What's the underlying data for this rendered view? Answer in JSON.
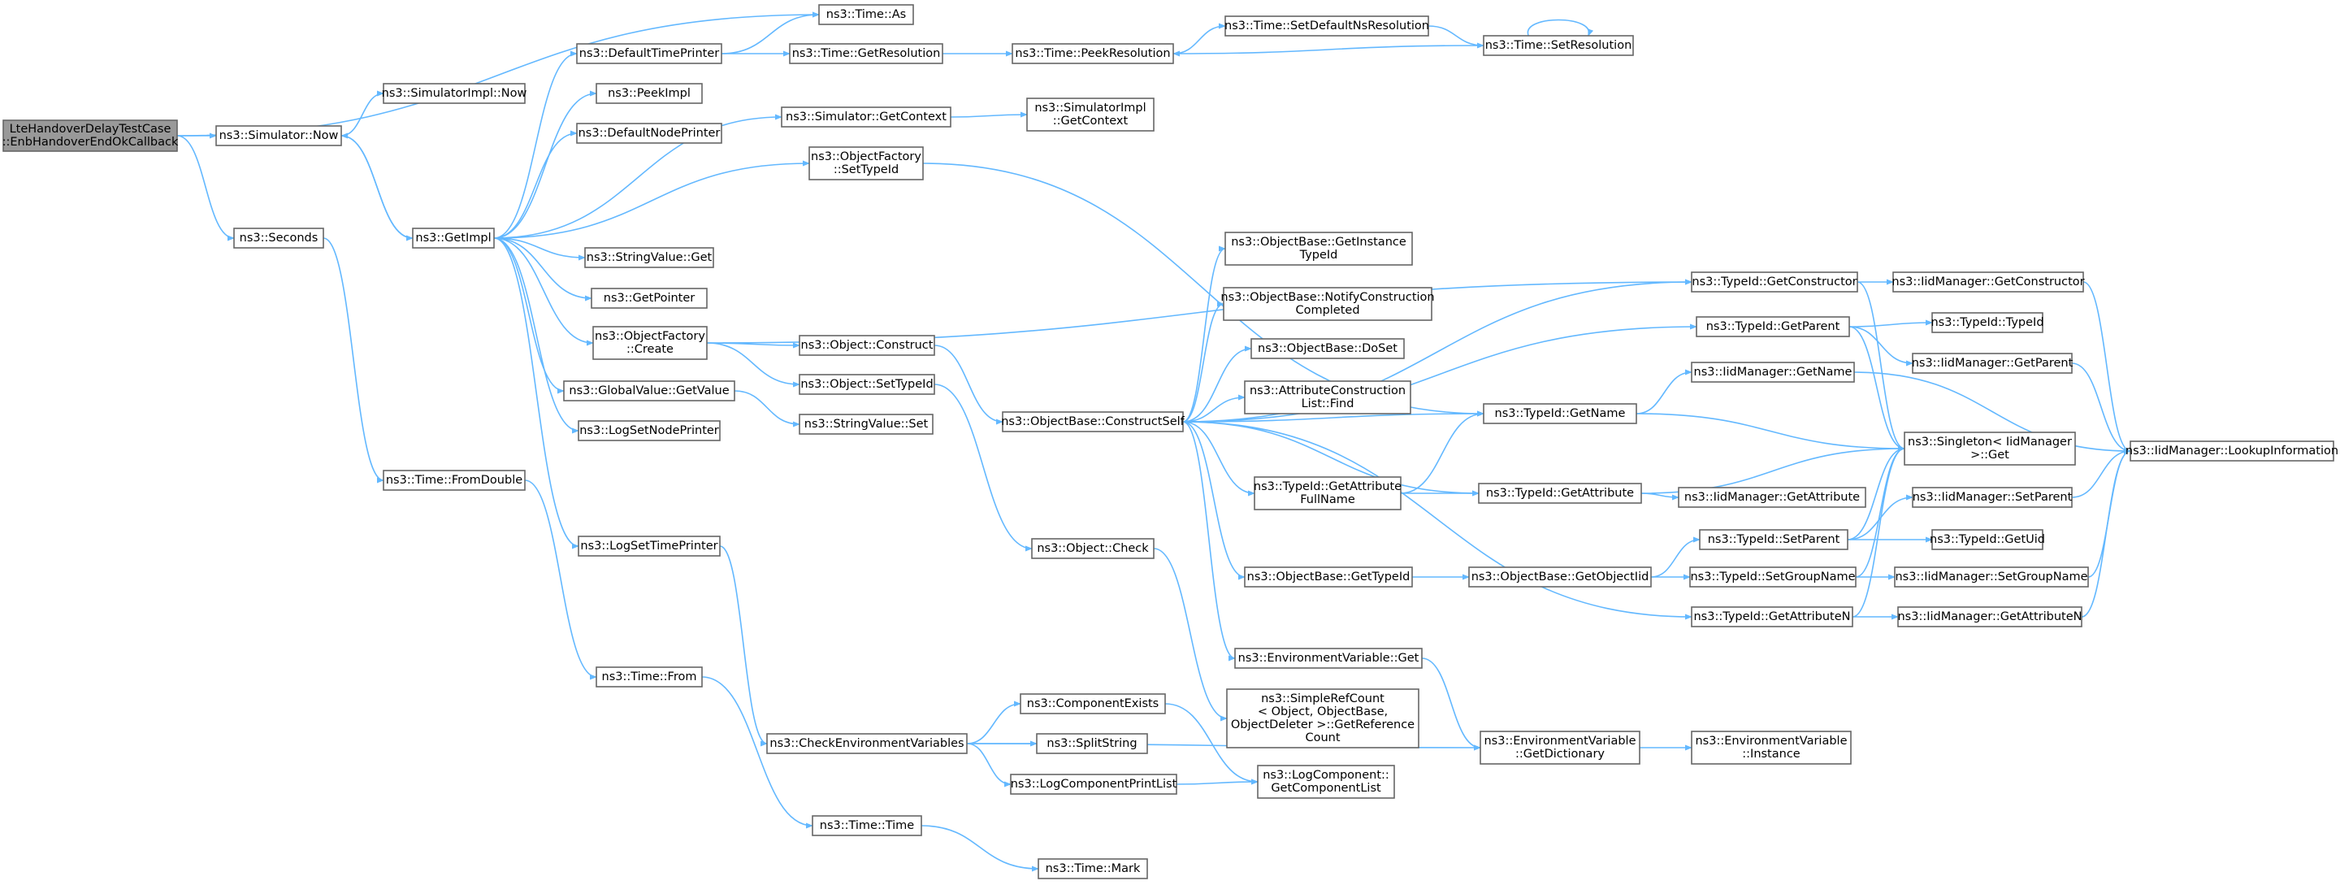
{
  "graph": {
    "colors": {
      "edge": "#63b8ff",
      "node_border": "#666666",
      "node_fill": "#ffffff",
      "root_fill": "#999999",
      "text": "#000000"
    },
    "nodes": [
      {
        "id": "root",
        "lines": [
          "LteHandoverDelayTestCase",
          "::EnbHandoverEndOkCallback"
        ],
        "root": true
      },
      {
        "id": "simNow",
        "lines": [
          "ns3::Simulator::Now"
        ]
      },
      {
        "id": "seconds",
        "lines": [
          "ns3::Seconds"
        ]
      },
      {
        "id": "simImplNow",
        "lines": [
          "ns3::SimulatorImpl::Now"
        ]
      },
      {
        "id": "getImpl",
        "lines": [
          "ns3::GetImpl"
        ]
      },
      {
        "id": "timeFromDouble",
        "lines": [
          "ns3::Time::FromDouble"
        ]
      },
      {
        "id": "timeAs",
        "lines": [
          "ns3::Time::As"
        ]
      },
      {
        "id": "defTimePrinter",
        "lines": [
          "ns3::DefaultTimePrinter"
        ]
      },
      {
        "id": "peekImpl",
        "lines": [
          "ns3::PeekImpl"
        ]
      },
      {
        "id": "defNodePrinter",
        "lines": [
          "ns3::DefaultNodePrinter"
        ]
      },
      {
        "id": "stringValueGet",
        "lines": [
          "ns3::StringValue::Get"
        ]
      },
      {
        "id": "getPointer",
        "lines": [
          "ns3::GetPointer"
        ]
      },
      {
        "id": "objFactCreate",
        "lines": [
          "ns3::ObjectFactory",
          "::Create"
        ]
      },
      {
        "id": "globalValueGet",
        "lines": [
          "ns3::GlobalValue::GetValue"
        ]
      },
      {
        "id": "logSetNodePrinter",
        "lines": [
          "ns3::LogSetNodePrinter"
        ]
      },
      {
        "id": "logSetTimePrinter",
        "lines": [
          "ns3::LogSetTimePrinter"
        ]
      },
      {
        "id": "timeFrom",
        "lines": [
          "ns3::Time::From"
        ]
      },
      {
        "id": "timeGetRes",
        "lines": [
          "ns3::Time::GetResolution"
        ]
      },
      {
        "id": "simGetContext",
        "lines": [
          "ns3::Simulator::GetContext"
        ]
      },
      {
        "id": "objFactSetTypeId",
        "lines": [
          "ns3::ObjectFactory",
          "::SetTypeId"
        ]
      },
      {
        "id": "objConstruct",
        "lines": [
          "ns3::Object::Construct"
        ]
      },
      {
        "id": "objSetTypeId",
        "lines": [
          "ns3::Object::SetTypeId"
        ]
      },
      {
        "id": "stringValueSet",
        "lines": [
          "ns3::StringValue::Set"
        ]
      },
      {
        "id": "checkEnvVars",
        "lines": [
          "ns3::CheckEnvironmentVariables"
        ]
      },
      {
        "id": "timeTime",
        "lines": [
          "ns3::Time::Time"
        ]
      },
      {
        "id": "timePeekRes",
        "lines": [
          "ns3::Time::PeekResolution"
        ]
      },
      {
        "id": "simImplGetContext",
        "lines": [
          "ns3::SimulatorImpl",
          "::GetContext"
        ]
      },
      {
        "id": "objBaseConstructSelf",
        "lines": [
          "ns3::ObjectBase::ConstructSelf"
        ]
      },
      {
        "id": "objCheck",
        "lines": [
          "ns3::Object::Check"
        ]
      },
      {
        "id": "compExists",
        "lines": [
          "ns3::ComponentExists"
        ]
      },
      {
        "id": "splitString",
        "lines": [
          "ns3::SplitString"
        ]
      },
      {
        "id": "logCompPrintList",
        "lines": [
          "ns3::LogComponentPrintList"
        ]
      },
      {
        "id": "timeMark",
        "lines": [
          "ns3::Time::Mark"
        ]
      },
      {
        "id": "timeSetDefNsRes",
        "lines": [
          "ns3::Time::SetDefaultNsResolution"
        ]
      },
      {
        "id": "timeSetRes",
        "lines": [
          "ns3::Time::SetResolution"
        ]
      },
      {
        "id": "objBaseGetInstTypeId",
        "lines": [
          "ns3::ObjectBase::GetInstance",
          "TypeId"
        ]
      },
      {
        "id": "objBaseNotify",
        "lines": [
          "ns3::ObjectBase::NotifyConstruction",
          "Completed"
        ]
      },
      {
        "id": "objBaseDoSet",
        "lines": [
          "ns3::ObjectBase::DoSet"
        ]
      },
      {
        "id": "attrConstrListFind",
        "lines": [
          "ns3::AttributeConstruction",
          "List::Find"
        ]
      },
      {
        "id": "typeIdGetAttrFullName",
        "lines": [
          "ns3::TypeId::GetAttribute",
          "FullName"
        ]
      },
      {
        "id": "objBaseGetTypeId",
        "lines": [
          "ns3::ObjectBase::GetTypeId"
        ]
      },
      {
        "id": "envVarGet",
        "lines": [
          "ns3::EnvironmentVariable::Get"
        ]
      },
      {
        "id": "simpleRefCount",
        "lines": [
          "ns3::SimpleRefCount",
          "< Object, ObjectBase,",
          "ObjectDeleter >::GetReference",
          "Count"
        ]
      },
      {
        "id": "logCompGetList",
        "lines": [
          "ns3::LogComponent::",
          "GetComponentList"
        ]
      },
      {
        "id": "envVarGetDict",
        "lines": [
          "ns3::EnvironmentVariable",
          "::GetDictionary"
        ]
      },
      {
        "id": "typeIdGetName",
        "lines": [
          "ns3::TypeId::GetName"
        ]
      },
      {
        "id": "typeIdGetAttr",
        "lines": [
          "ns3::TypeId::GetAttribute"
        ]
      },
      {
        "id": "objBaseGetObjectIid",
        "lines": [
          "ns3::ObjectBase::GetObjectIid"
        ]
      },
      {
        "id": "typeIdGetConstructor",
        "lines": [
          "ns3::TypeId::GetConstructor"
        ]
      },
      {
        "id": "typeIdGetParent",
        "lines": [
          "ns3::TypeId::GetParent"
        ]
      },
      {
        "id": "iidGetName",
        "lines": [
          "ns3::IidManager::GetName"
        ]
      },
      {
        "id": "iidGetAttr",
        "lines": [
          "ns3::IidManager::GetAttribute"
        ]
      },
      {
        "id": "typeIdSetParent",
        "lines": [
          "ns3::TypeId::SetParent"
        ]
      },
      {
        "id": "typeIdSetGroupName",
        "lines": [
          "ns3::TypeId::SetGroupName"
        ]
      },
      {
        "id": "typeIdGetAttrN",
        "lines": [
          "ns3::TypeId::GetAttributeN"
        ]
      },
      {
        "id": "envVarInstance",
        "lines": [
          "ns3::EnvironmentVariable",
          "::Instance"
        ]
      },
      {
        "id": "iidGetConstructor",
        "lines": [
          "ns3::IidManager::GetConstructor"
        ]
      },
      {
        "id": "typeIdTypeId",
        "lines": [
          "ns3::TypeId::TypeId"
        ]
      },
      {
        "id": "iidGetParent",
        "lines": [
          "ns3::IidManager::GetParent"
        ]
      },
      {
        "id": "singletonGet",
        "lines": [
          "ns3::Singleton< IidManager",
          " >::Get"
        ]
      },
      {
        "id": "iidSetParent",
        "lines": [
          "ns3::IidManager::SetParent"
        ]
      },
      {
        "id": "typeIdGetUid",
        "lines": [
          "ns3::TypeId::GetUid"
        ]
      },
      {
        "id": "iidSetGroupName",
        "lines": [
          "ns3::IidManager::SetGroupName"
        ]
      },
      {
        "id": "iidGetAttrN",
        "lines": [
          "ns3::IidManager::GetAttributeN"
        ]
      },
      {
        "id": "iidLookupInfo",
        "lines": [
          "ns3::IidManager::LookupInformation"
        ]
      }
    ],
    "edges": [
      [
        "root",
        "simNow"
      ],
      [
        "root",
        "seconds"
      ],
      [
        "root",
        "timeAs"
      ],
      [
        "simNow",
        "simImplNow"
      ],
      [
        "simNow",
        "getImpl"
      ],
      [
        "seconds",
        "timeFromDouble"
      ],
      [
        "getImpl",
        "simNow"
      ],
      [
        "getImpl",
        "defTimePrinter"
      ],
      [
        "getImpl",
        "peekImpl"
      ],
      [
        "getImpl",
        "defNodePrinter"
      ],
      [
        "getImpl",
        "stringValueGet"
      ],
      [
        "getImpl",
        "getPointer"
      ],
      [
        "getImpl",
        "objFactCreate"
      ],
      [
        "getImpl",
        "globalValueGet"
      ],
      [
        "getImpl",
        "logSetNodePrinter"
      ],
      [
        "getImpl",
        "logSetTimePrinter"
      ],
      [
        "getImpl",
        "simGetContext"
      ],
      [
        "getImpl",
        "objFactSetTypeId"
      ],
      [
        "timeFromDouble",
        "timeFrom"
      ],
      [
        "defTimePrinter",
        "timeAs"
      ],
      [
        "defTimePrinter",
        "timeGetRes"
      ],
      [
        "timeGetRes",
        "timePeekRes"
      ],
      [
        "timePeekRes",
        "timeSetDefNsRes"
      ],
      [
        "timeSetDefNsRes",
        "timeSetRes"
      ],
      [
        "timeSetRes",
        "timeSetRes"
      ],
      [
        "timeSetRes",
        "timePeekRes"
      ],
      [
        "simGetContext",
        "simImplGetContext"
      ],
      [
        "objFactSetTypeId",
        "typeIdGetName"
      ],
      [
        "objFactCreate",
        "objConstruct"
      ],
      [
        "objFactCreate",
        "objSetTypeId"
      ],
      [
        "objFactCreate",
        "typeIdGetConstructor"
      ],
      [
        "globalValueGet",
        "stringValueSet"
      ],
      [
        "logSetTimePrinter",
        "checkEnvVars"
      ],
      [
        "timeFrom",
        "timeTime"
      ],
      [
        "objConstruct",
        "objBaseConstructSelf"
      ],
      [
        "objSetTypeId",
        "objCheck"
      ],
      [
        "objCheck",
        "simpleRefCount"
      ],
      [
        "checkEnvVars",
        "compExists"
      ],
      [
        "checkEnvVars",
        "splitString"
      ],
      [
        "checkEnvVars",
        "logCompPrintList"
      ],
      [
        "checkEnvVars",
        "envVarGetDict"
      ],
      [
        "timeTime",
        "timeMark"
      ],
      [
        "compExists",
        "logCompGetList"
      ],
      [
        "logCompPrintList",
        "logCompGetList"
      ],
      [
        "objBaseConstructSelf",
        "objBaseGetInstTypeId"
      ],
      [
        "objBaseConstructSelf",
        "objBaseNotify"
      ],
      [
        "objBaseConstructSelf",
        "objBaseDoSet"
      ],
      [
        "objBaseConstructSelf",
        "attrConstrListFind"
      ],
      [
        "objBaseConstructSelf",
        "typeIdGetName"
      ],
      [
        "objBaseConstructSelf",
        "typeIdGetAttrFullName"
      ],
      [
        "objBaseConstructSelf",
        "typeIdGetAttr"
      ],
      [
        "objBaseConstructSelf",
        "objBaseGetTypeId"
      ],
      [
        "objBaseConstructSelf",
        "envVarGet"
      ],
      [
        "objBaseConstructSelf",
        "typeIdGetConstructor"
      ],
      [
        "objBaseConstructSelf",
        "typeIdGetParent"
      ],
      [
        "objBaseConstructSelf",
        "typeIdGetAttrN"
      ],
      [
        "typeIdGetAttrFullName",
        "typeIdGetName"
      ],
      [
        "typeIdGetAttrFullName",
        "typeIdGetAttr"
      ],
      [
        "objBaseGetTypeId",
        "objBaseGetObjectIid"
      ],
      [
        "objBaseGetObjectIid",
        "typeIdSetParent"
      ],
      [
        "objBaseGetObjectIid",
        "typeIdSetGroupName"
      ],
      [
        "envVarGet",
        "envVarGetDict"
      ],
      [
        "envVarGetDict",
        "envVarInstance"
      ],
      [
        "typeIdGetName",
        "iidGetName"
      ],
      [
        "typeIdGetName",
        "singletonGet"
      ],
      [
        "typeIdGetAttr",
        "iidGetAttr"
      ],
      [
        "typeIdGetAttr",
        "singletonGet"
      ],
      [
        "typeIdGetConstructor",
        "iidGetConstructor"
      ],
      [
        "typeIdGetConstructor",
        "singletonGet"
      ],
      [
        "typeIdGetParent",
        "typeIdTypeId"
      ],
      [
        "typeIdGetParent",
        "iidGetParent"
      ],
      [
        "typeIdGetParent",
        "singletonGet"
      ],
      [
        "typeIdSetParent",
        "iidSetParent"
      ],
      [
        "typeIdSetParent",
        "typeIdGetUid"
      ],
      [
        "typeIdSetParent",
        "singletonGet"
      ],
      [
        "typeIdSetGroupName",
        "iidSetGroupName"
      ],
      [
        "typeIdSetGroupName",
        "singletonGet"
      ],
      [
        "typeIdGetAttrN",
        "iidGetAttrN"
      ],
      [
        "typeIdGetAttrN",
        "singletonGet"
      ],
      [
        "iidGetName",
        "iidLookupInfo"
      ],
      [
        "iidGetConstructor",
        "iidLookupInfo"
      ],
      [
        "iidGetParent",
        "iidLookupInfo"
      ],
      [
        "iidSetParent",
        "iidLookupInfo"
      ],
      [
        "iidSetGroupName",
        "iidLookupInfo"
      ],
      [
        "iidGetAttrN",
        "iidLookupInfo"
      ]
    ]
  }
}
